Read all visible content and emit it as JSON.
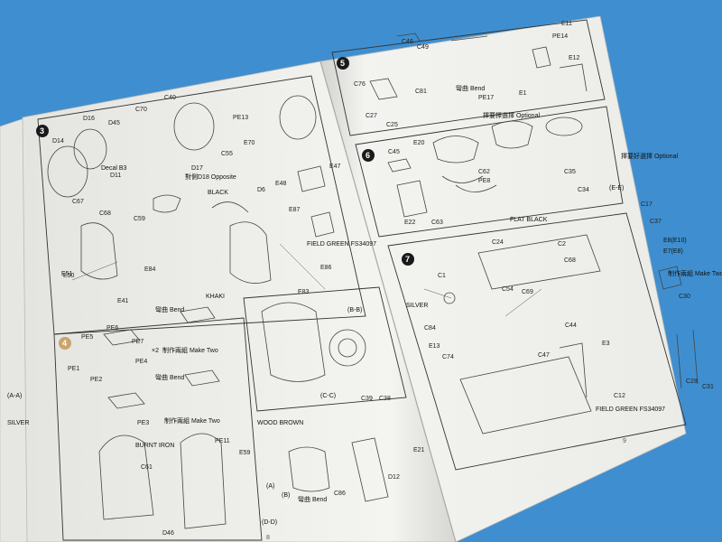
{
  "manual": {
    "left_page": {
      "page_number": "8",
      "steps": [
        {
          "number": "3",
          "name": "step-3"
        },
        {
          "number": "4",
          "name": "step-4"
        }
      ],
      "labels": [
        "D14",
        "D16",
        "C70",
        "D45",
        "C40",
        "PE13",
        "C55",
        "E70",
        "E47",
        "E48",
        "D6",
        "E87",
        "E50",
        "E84",
        "E41",
        "E86",
        "E83",
        "C67",
        "C68",
        "C59",
        "E51",
        "D11",
        "PE6",
        "PE7",
        "PE5",
        "PE4",
        "PE1",
        "PE2",
        "PE3",
        "PE11",
        "E59",
        "C61",
        "C86",
        "D12",
        "E21",
        "C39",
        "C38",
        "D46"
      ],
      "notes": {
        "decal": "Decal B3",
        "d17": "D17",
        "opposite": "對側D18 Opposite",
        "bend1": "彎曲 Bend",
        "make_two1": "制作兩組 Make Two",
        "bend2": "彎曲 Bend",
        "make_two2": "制作兩組 Make Two",
        "bend3": "彎曲 Bend",
        "field_green": "FIELD GREEN FS34097",
        "wood_brown": "WOOD BROWN",
        "burnt_iron": "BURNT IRON",
        "silver": "SILVER",
        "black": "BLACK",
        "khaki": "KHAKI",
        "x2": "×2"
      },
      "views": [
        "(B-B)",
        "(C-C)",
        "(A)",
        "(B)",
        "(D-D)",
        "(A-A)"
      ]
    },
    "right_page": {
      "page_number": "9",
      "steps": [
        {
          "number": "5",
          "name": "step-5"
        },
        {
          "number": "6",
          "name": "step-6"
        },
        {
          "number": "7",
          "name": "step-7"
        }
      ],
      "labels": [
        "C46",
        "C49",
        "C76",
        "C81",
        "C27",
        "C25",
        "PE17",
        "E1",
        "E11",
        "PE14",
        "E12",
        "C45",
        "E20",
        "C62",
        "PE8",
        "E22",
        "C63",
        "C35",
        "C34",
        "C17",
        "C37",
        "C24",
        "C68",
        "C2",
        "C1",
        "C54",
        "C69",
        "C84",
        "E13",
        "C74",
        "C44",
        "C47",
        "E3",
        "C12",
        "C28",
        "C31",
        "C30"
      ],
      "notes": {
        "bend": "彎曲 Bend",
        "optional1": "擇要擇選擇 Optional",
        "optional2": "擇要好選擇 Optional",
        "make_two": "制作兩組 Make Two",
        "flat_black": "FLAT BLACK",
        "field_green": "FIELD GREEN FS34097",
        "silver": "SILVER",
        "e8": "E8(E10)",
        "e7": "E7(E8)"
      },
      "views": [
        "(E-E)"
      ]
    }
  },
  "colors": {
    "background": "#3f8fd0",
    "paper": "#f2f2ee",
    "ink": "#222222",
    "step_badge": "#1a1a1a"
  }
}
